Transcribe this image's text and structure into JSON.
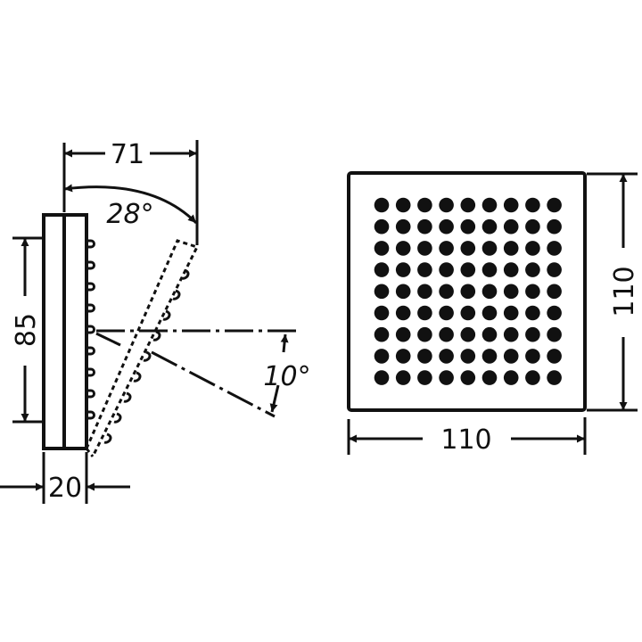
{
  "drawing": {
    "colors": {
      "line": "#111111",
      "background": "#ffffff"
    },
    "side_view": {
      "dim_top_width": "71",
      "dim_angle_tilt": "28°",
      "dim_height": "85",
      "dim_depth": "20",
      "dim_angle_spray": "10°"
    },
    "front_view": {
      "dim_height": "110",
      "dim_width": "110",
      "nozzle_grid": {
        "rows": 9,
        "cols": 9
      }
    }
  }
}
